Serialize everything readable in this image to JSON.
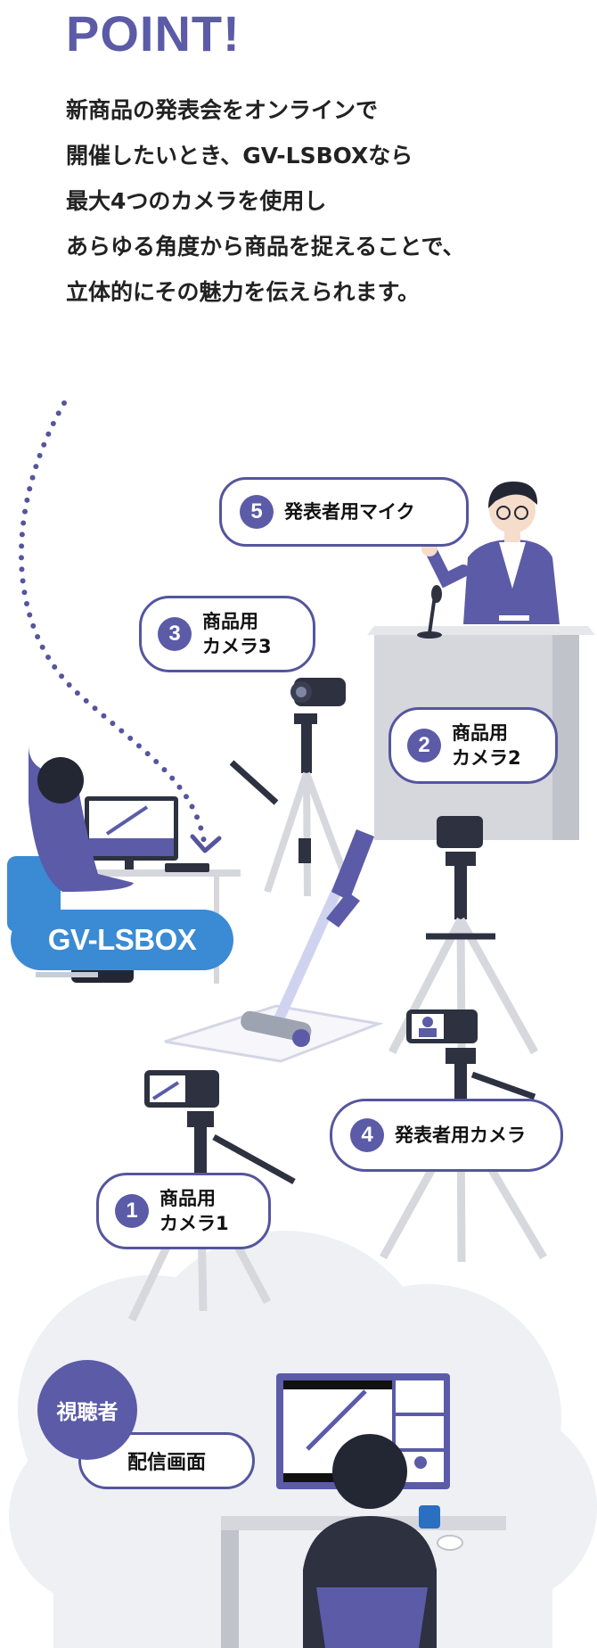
{
  "heading": "POINT!",
  "intro": [
    "新商品の発表会をオンラインで",
    "開催したいとき、GV-LSBOXなら",
    "最大4つのカメラを使用し",
    "あらゆる角度から商品を捉えることで、",
    "立体的にその魅力を伝えられます。"
  ],
  "callouts": {
    "mic": {
      "num": "5",
      "text": "発表者用マイク"
    },
    "cam3": {
      "num": "3",
      "line1": "商品用",
      "line2": "カメラ3"
    },
    "cam2": {
      "num": "2",
      "line1": "商品用",
      "line2": "カメラ2"
    },
    "cam4": {
      "num": "4",
      "text": "発表者用カメラ"
    },
    "cam1": {
      "num": "1",
      "line1": "商品用",
      "line2": "カメラ1"
    }
  },
  "device_label": "GV-LSBOX",
  "viewer_label": "視聴者",
  "screen_label": "配信画面",
  "colors": {
    "accent": "#5b5ba8",
    "device": "#3a8bd3",
    "outline": "#55559e"
  }
}
